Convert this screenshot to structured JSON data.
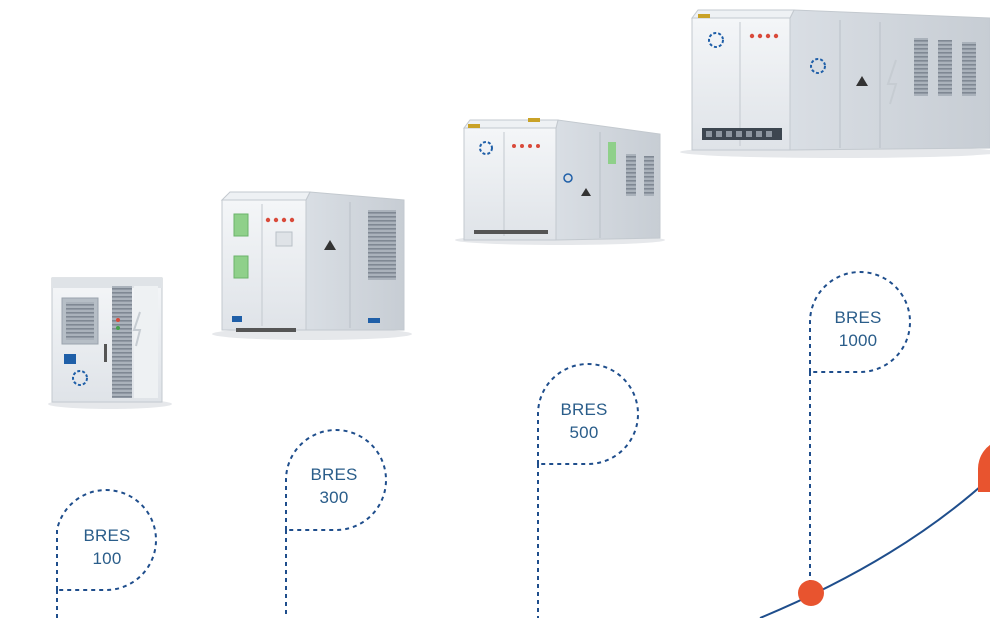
{
  "colors": {
    "accent_blue": "#1f4e8c",
    "dash_blue": "#2a5d8a",
    "accent_orange": "#e8542f",
    "cabinet_gray": "#e9ecef",
    "vent_gray": "#9aa3ad"
  },
  "products": [
    {
      "id": "bres-100",
      "line1": "BRES",
      "line2": "100",
      "icon": "battery-cabinet-small-icon"
    },
    {
      "id": "bres-300",
      "line1": "BRES",
      "line2": "300",
      "icon": "battery-container-cube-icon"
    },
    {
      "id": "bres-500",
      "line1": "BRES",
      "line2": "500",
      "icon": "battery-container-medium-icon"
    },
    {
      "id": "bres-1000",
      "line1": "BRES",
      "line2": "1000",
      "icon": "battery-container-large-icon"
    }
  ]
}
